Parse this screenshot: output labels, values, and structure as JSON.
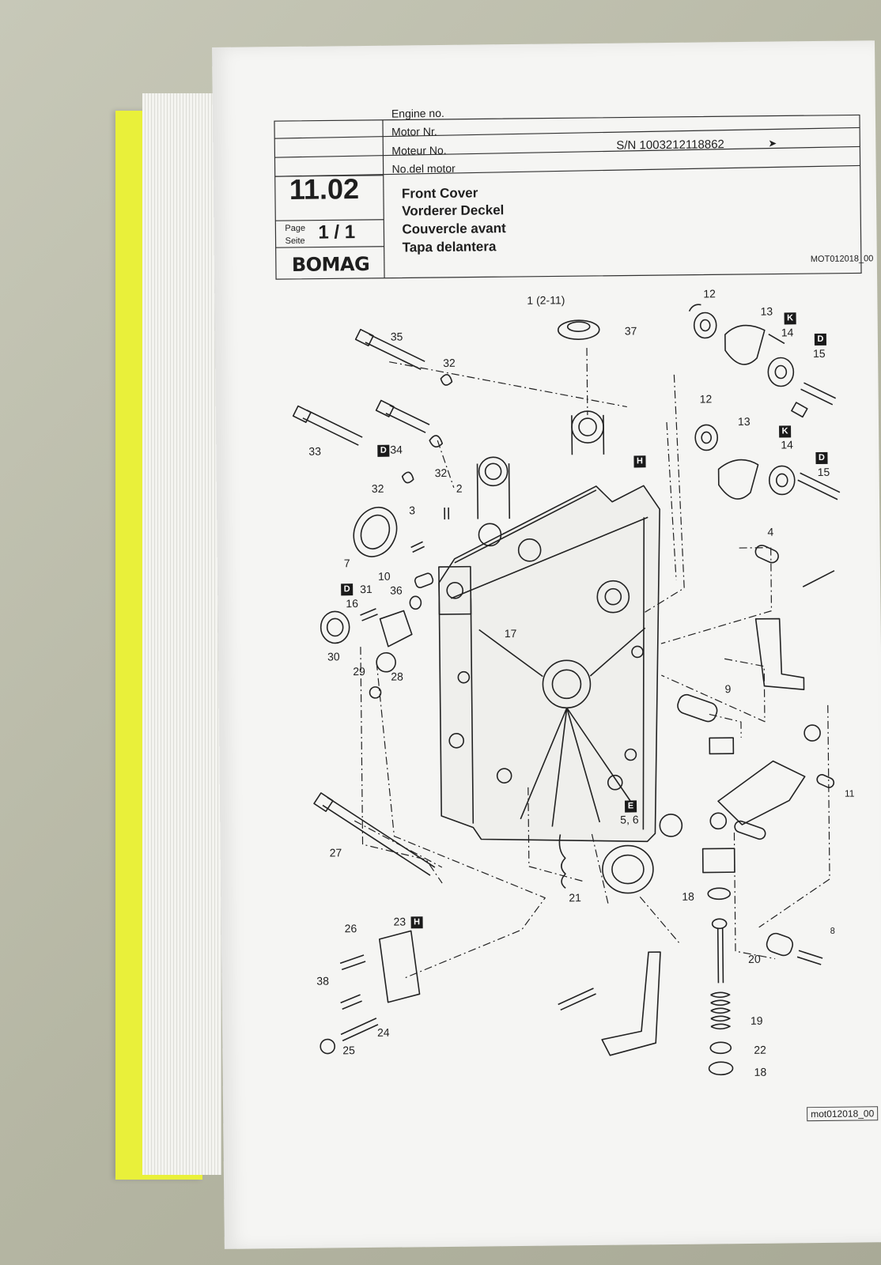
{
  "header": {
    "engine_no_en": "Engine no.",
    "engine_no_de": "Motor Nr.",
    "engine_no_fr": "Moteur No.",
    "engine_no_es": "No.del motor",
    "serial": "S/N 1003212118862",
    "serial_arrow": "➤",
    "section_number": "11.02",
    "page_label_en": "Page",
    "page_label_de": "Seite",
    "page_value": "1 / 1",
    "brand": "BOMAG",
    "title_en": "Front Cover",
    "title_de": "Vorderer Deckel",
    "title_fr": "Couvercle avant",
    "title_es": "Tapa delantera",
    "drawing_code": "MOT012018_00"
  },
  "footer": {
    "drawing_ref": "mot012018_00"
  },
  "callouts": [
    {
      "id": "c1",
      "text": "1 (2-11)"
    },
    {
      "id": "c37",
      "text": "37"
    },
    {
      "id": "c35",
      "text": "35"
    },
    {
      "id": "c32a",
      "text": "32"
    },
    {
      "id": "c33",
      "text": "33"
    },
    {
      "id": "c34",
      "text": "34"
    },
    {
      "id": "c32b",
      "text": "32"
    },
    {
      "id": "c32c",
      "text": "32"
    },
    {
      "id": "c2",
      "text": "2"
    },
    {
      "id": "c3",
      "text": "3"
    },
    {
      "id": "c7",
      "text": "7"
    },
    {
      "id": "c10",
      "text": "10"
    },
    {
      "id": "c36",
      "text": "36"
    },
    {
      "id": "c31",
      "text": "31"
    },
    {
      "id": "c16",
      "text": "16"
    },
    {
      "id": "c30",
      "text": "30"
    },
    {
      "id": "c17",
      "text": "17"
    },
    {
      "id": "c29",
      "text": "29"
    },
    {
      "id": "c28",
      "text": "28"
    },
    {
      "id": "c12a",
      "text": "12"
    },
    {
      "id": "c13a",
      "text": "13"
    },
    {
      "id": "c14a",
      "text": "14"
    },
    {
      "id": "c15a",
      "text": "15"
    },
    {
      "id": "c12b",
      "text": "12"
    },
    {
      "id": "c13b",
      "text": "13"
    },
    {
      "id": "c14b",
      "text": "14"
    },
    {
      "id": "c15b",
      "text": "15"
    },
    {
      "id": "c4",
      "text": "4"
    },
    {
      "id": "c9",
      "text": "9"
    },
    {
      "id": "c11",
      "text": "11"
    },
    {
      "id": "c56",
      "text": "5, 6"
    },
    {
      "id": "c21",
      "text": "21"
    },
    {
      "id": "c27",
      "text": "27"
    },
    {
      "id": "c18a",
      "text": "18"
    },
    {
      "id": "c20",
      "text": "20"
    },
    {
      "id": "c8",
      "text": "8"
    },
    {
      "id": "c19",
      "text": "19"
    },
    {
      "id": "c22",
      "text": "22"
    },
    {
      "id": "c18b",
      "text": "18"
    },
    {
      "id": "c26",
      "text": "26"
    },
    {
      "id": "c23",
      "text": "23"
    },
    {
      "id": "c38",
      "text": "38"
    },
    {
      "id": "c24",
      "text": "24"
    },
    {
      "id": "c25",
      "text": "25"
    }
  ],
  "badges": [
    {
      "id": "bK1",
      "text": "K"
    },
    {
      "id": "bD1",
      "text": "D"
    },
    {
      "id": "bK2",
      "text": "K"
    },
    {
      "id": "bD2",
      "text": "D"
    },
    {
      "id": "bD3",
      "text": "D"
    },
    {
      "id": "bH1",
      "text": "H"
    },
    {
      "id": "bD4",
      "text": "D"
    },
    {
      "id": "bE",
      "text": "E"
    },
    {
      "id": "bH2",
      "text": "H"
    }
  ]
}
